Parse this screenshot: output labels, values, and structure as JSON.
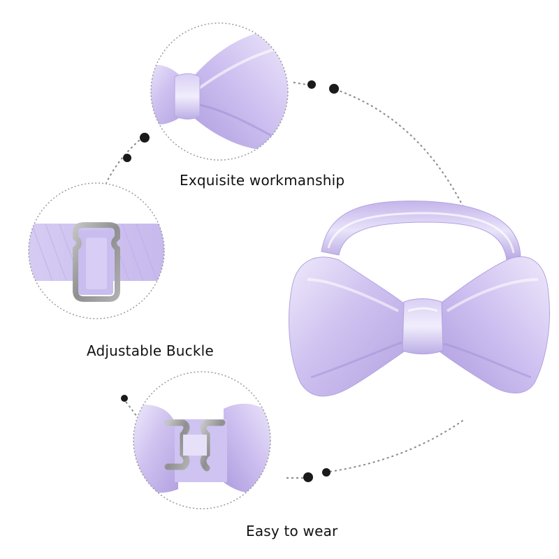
{
  "features": [
    {
      "label": "Exquisite workmanship",
      "image": "bow-knot-closeup"
    },
    {
      "label": "Adjustable Buckle",
      "image": "strap-slider-buckle-closeup"
    },
    {
      "label": "Easy to wear",
      "image": "hook-clasp-closeup"
    }
  ],
  "product": {
    "image": "lavender-satin-pre-tied-bow-tie"
  },
  "colors": {
    "satin_light": "#e4dcf7",
    "satin_mid": "#cbbdee",
    "satin_dark": "#a796d8",
    "metal": "#9a9a9a",
    "dots": "#1a1a1a",
    "dash": "#8a8a8a"
  }
}
